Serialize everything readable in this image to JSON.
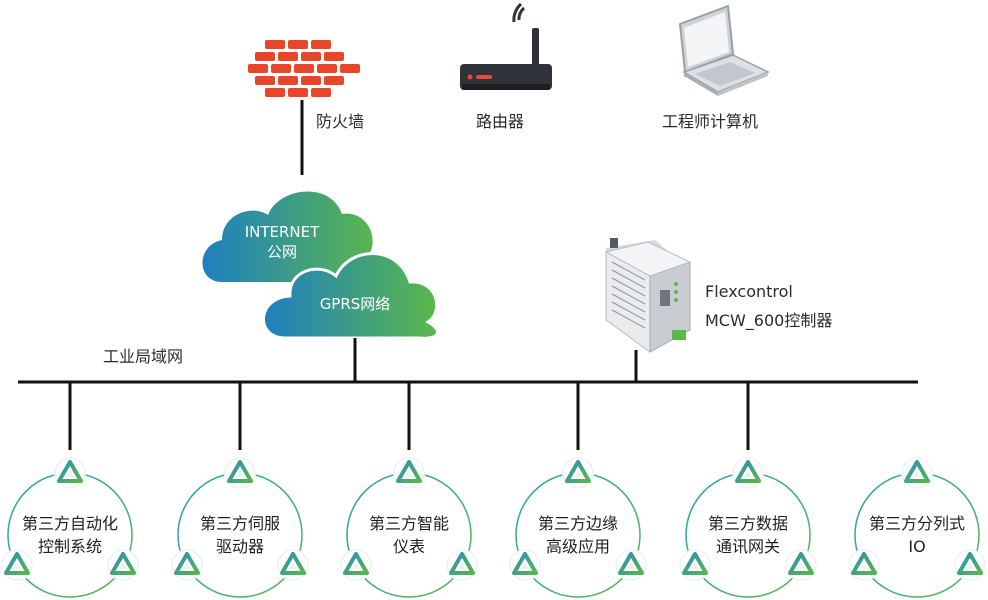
{
  "devices": {
    "firewall": "防火墙",
    "router": "路由器",
    "laptop": "工程师计算机"
  },
  "clouds": {
    "internet_line1": "INTERNET",
    "internet_line2": "公网",
    "gprs": "GPRS网络"
  },
  "network_label": "工业局域网",
  "controller": {
    "line1": "Flexcontrol",
    "line2": "MCW_600控制器"
  },
  "nodes": [
    {
      "line1": "第三方自动化",
      "line2": "控制系统"
    },
    {
      "line1": "第三方伺服",
      "line2": "驱动器"
    },
    {
      "line1": "第三方智能",
      "line2": "仪表"
    },
    {
      "line1": "第三方边缘",
      "line2": "高级应用"
    },
    {
      "line1": "第三方数据",
      "line2": "通讯网关"
    },
    {
      "line1": "第三方分列式",
      "line2": "IO"
    }
  ],
  "colors": {
    "brick": "#e8462a",
    "line": "#111111",
    "cloud_start": "#1e7fc1",
    "cloud_end": "#5bb84a",
    "ring": "#3aaa6b",
    "node_icon": "#2f9f86"
  }
}
